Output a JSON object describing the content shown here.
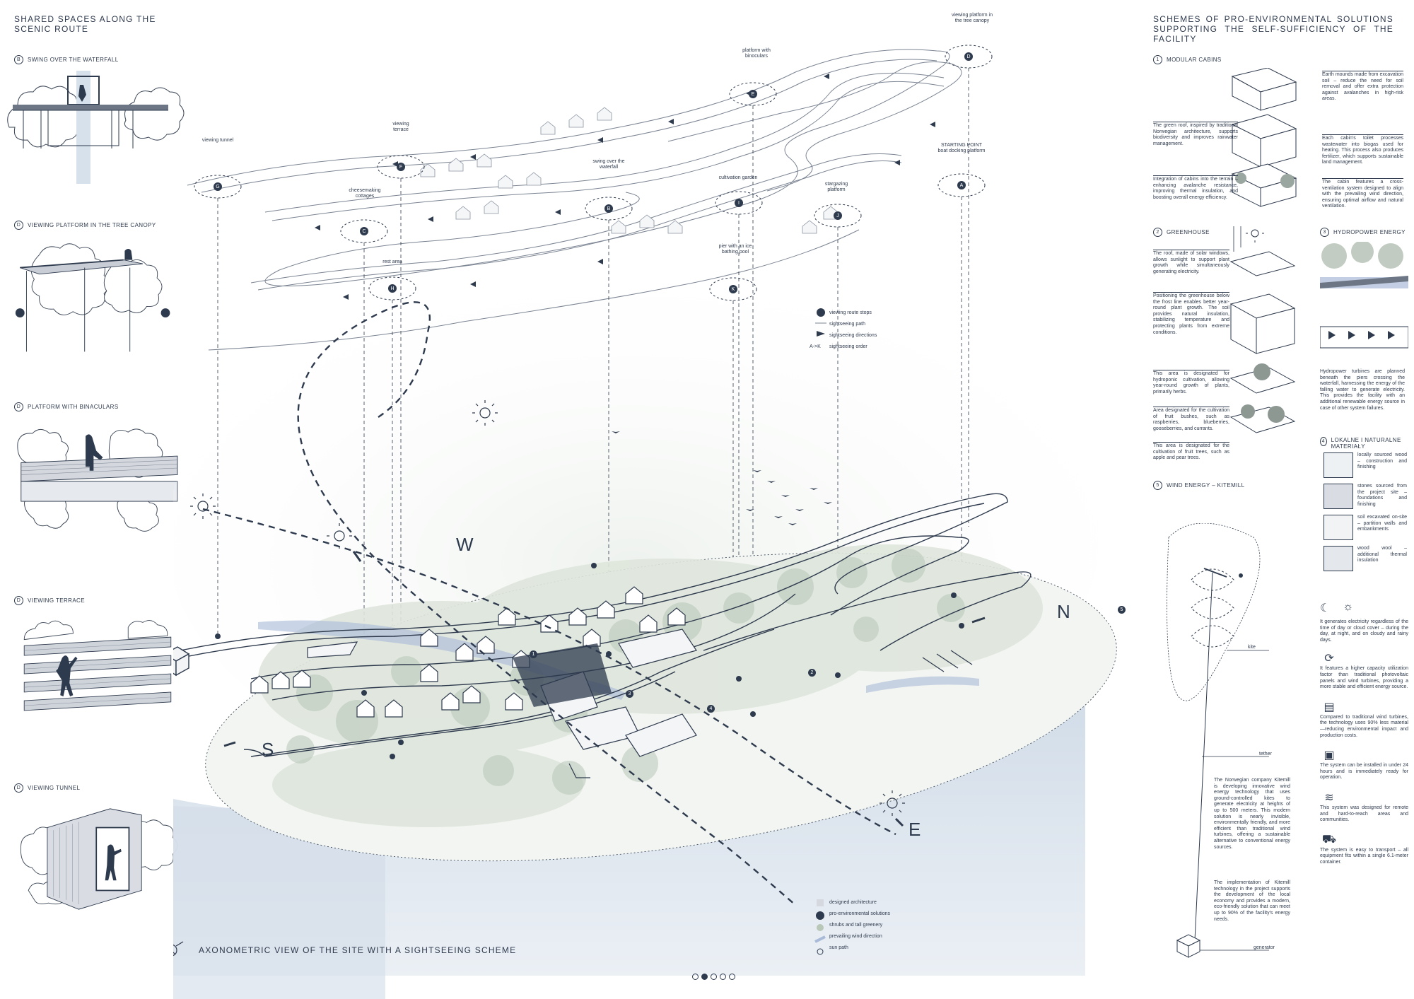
{
  "left": {
    "title": "SHARED SPACES ALONG THE SCENIC ROUTE",
    "sections": [
      {
        "letter": "B",
        "label": "SWING OVER THE WATERFALL"
      },
      {
        "letter": "D",
        "label": "VIEWING PLATFORM IN THE TREE CANOPY"
      },
      {
        "letter": "D",
        "label": "PLATFORM WITH BINACULARS"
      },
      {
        "letter": "D",
        "label": "VIEWING TERRACE"
      },
      {
        "letter": "D",
        "label": "VIEWING TUNNEL"
      }
    ]
  },
  "center": {
    "route_labels": {
      "G": "viewing tunnel",
      "F": "viewing terrace",
      "E": "platform with binoculars",
      "D": "viewing platform in the tree canopy",
      "B": "swing over the waterfall",
      "C": "cheesemaking cottages",
      "I": "cultivation garden",
      "J": "stargazing platform",
      "A": "STARTING POINT boat docking platform",
      "H": "rest area",
      "K": "pier with an ice bathing pool"
    },
    "stops": [
      "A",
      "B",
      "C",
      "D",
      "E",
      "F",
      "G",
      "H",
      "I",
      "J",
      "K"
    ],
    "route_legend": [
      {
        "icon": "dot",
        "label": "viewing route stops"
      },
      {
        "icon": "line",
        "label": "sightseeing path"
      },
      {
        "icon": "arrow",
        "label": "sightseeing directions"
      },
      {
        "icon": "text",
        "symbol": "A->K",
        "label": "sightseeing order"
      }
    ],
    "compass": {
      "W": "W",
      "N": "N",
      "S": "S",
      "E": "E"
    },
    "markers": [
      "1",
      "2",
      "3",
      "4",
      "5"
    ],
    "map_legend": [
      {
        "icon": "square",
        "label": "designed architecture"
      },
      {
        "icon": "dot",
        "label": "pro-environmental solutions"
      },
      {
        "icon": "tree",
        "label": "shrubs and tall greenery"
      },
      {
        "icon": "wind",
        "label": "prevailing wind direction"
      },
      {
        "icon": "sun",
        "label": "sun path"
      }
    ],
    "caption": "AXONOMETRIC VIEW OF THE SITE WITH A SIGHTSEEING SCHEME",
    "pagination": {
      "total": 5,
      "active": 2
    }
  },
  "right": {
    "title": "SCHEMES OF PRO-ENVIRONMENTAL SOLUTIONS SUPPORTING THE SELF-SUFFICIENCY OF THE FACILITY",
    "modular": {
      "num": "1",
      "label": "MODULAR CABINS",
      "notes_right": [
        "Earth mounds made from excavation soil – reduce the need for soil removal and offer extra protection against avalanches in high-risk areas.",
        "Each cabin's toilet processes wastewater into biogas used for heating. This process also produces fertilizer, which supports sustainable land management.",
        "The cabin features a cross-ventilation system designed to align with the prevailing wind direction, ensuring optimal airflow and natural ventilation."
      ],
      "notes_left": [
        "The green roof, inspired by traditional Norwegian architecture, supports biodiversity and improves rainwater management.",
        "Integration of cabins into the terrain – enhancing avalanche resistance, improving thermal insulation, and boosting overall energy efficiency."
      ]
    },
    "greenhouse": {
      "num": "2",
      "label": "GREENHOUSE",
      "notes": [
        "The roof, made of solar windows, allows sunlight to support plant growth while simultaneously generating electricity.",
        "Positioning the greenhouse below the frost line enables better year-round plant growth. The soil provides natural insulation, stabilizing temperature and protecting plants from extreme conditions.",
        "This area is designated for hydroponic cultivation, allowing year-round growth of plants, primarily herbs.",
        "Area designated for the cultivation of fruit bushes, such as raspberries, blueberries, gooseberries, and currants.",
        "This area is designated for the cultivation of fruit trees, such as apple and pear trees."
      ]
    },
    "hydro": {
      "num": "3",
      "label": "HYDROPOWER ENERGY",
      "note": "Hydropower turbines are planned beneath the piers crossing the waterfall, harnessing the energy of the falling water to generate electricity. This provides the facility with an additional renewable energy source in case of other system failures."
    },
    "materials": {
      "num": "4",
      "label": "LOKALNE I NATURALNE MATERIAŁY",
      "items": [
        "locally sourced wood – construction and finishing",
        "stones sourced from the project site – foundations and finishing",
        "soil excavated on-site – partition walls and embankments",
        "wood wool – additional thermal insulation"
      ]
    },
    "wind": {
      "num": "5",
      "label": "WIND ENERGY – KITEMILL",
      "kite_label": "kite",
      "tether_label": "tether",
      "generator_label": "generator",
      "notes_left": [
        "The Norwegian company Kitemill is developing innovative wind energy technology that uses ground-controlled kites to generate electricity at heights of up to 500 meters. This modern solution is nearly invisible, environmentally friendly, and more efficient than traditional wind turbines, offering a sustainable alternative to conventional energy sources.",
        "The implementation of Kitemill technology in the project supports the development of the local economy and provides a modern, eco-friendly solution that can meet up to 90% of the facility's energy needs."
      ],
      "benefits": [
        "It generates electricity regardless of the time of day or cloud cover – during the day, at night, and on cloudy and rainy days.",
        "It features a higher capacity utilization factor than traditional photovoltaic panels and wind turbines, providing a more stable and efficient energy source.",
        "Compared to traditional wind turbines, the technology uses 90% less material—reducing environmental impact and production costs.",
        "The system can be installed in under 24 hours and is immediately ready for operation.",
        "This system was designed for remote and hard-to-reach areas and communities.",
        "The system is easy to transport – all equipment fits within a single 6.1-meter container."
      ]
    }
  }
}
